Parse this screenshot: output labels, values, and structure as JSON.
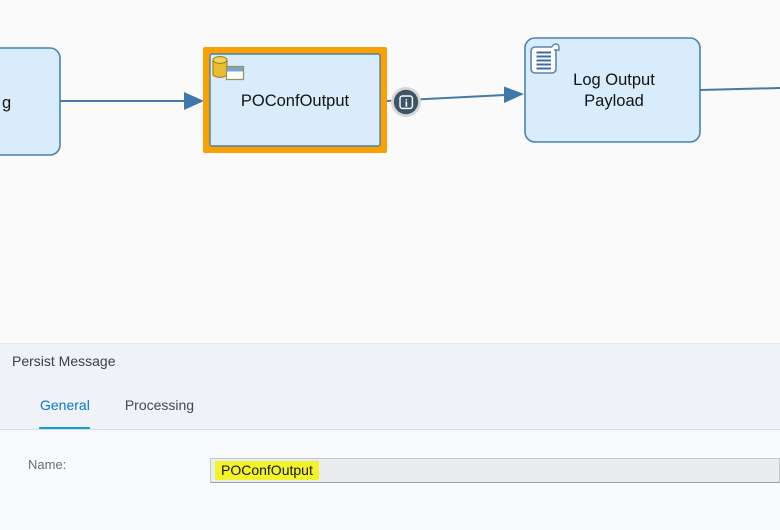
{
  "diagram": {
    "partial_node": {
      "visible_label": "g"
    },
    "selected_node": {
      "label": "POConfOutput",
      "step_type": "Persist Message"
    },
    "info_badge": {
      "glyph": "i"
    },
    "log_node": {
      "label_line1": "Log Output",
      "label_line2": "Payload",
      "step_type": "Script"
    }
  },
  "panel": {
    "title": "Persist Message",
    "tabs": [
      {
        "label": "General",
        "active": true
      },
      {
        "label": "Processing",
        "active": false
      }
    ],
    "name_field": {
      "label": "Name:",
      "value": "POConfOutput",
      "highlighted": true
    }
  },
  "colors": {
    "canvas_background": "#fafafa",
    "node_fill": "#d9ecfb",
    "node_border": "#4b82ae",
    "connection": "#4679a8",
    "selection_frame": "#f8a100",
    "info_badge_fill": "#3e5568",
    "active_tab_text": "#0a78c8",
    "active_tab_underline": "#129bd9",
    "panel_header_background": "#eff2f6",
    "value_highlight": "#f2f32b",
    "persist_icon_gold": "#e8bd30"
  }
}
